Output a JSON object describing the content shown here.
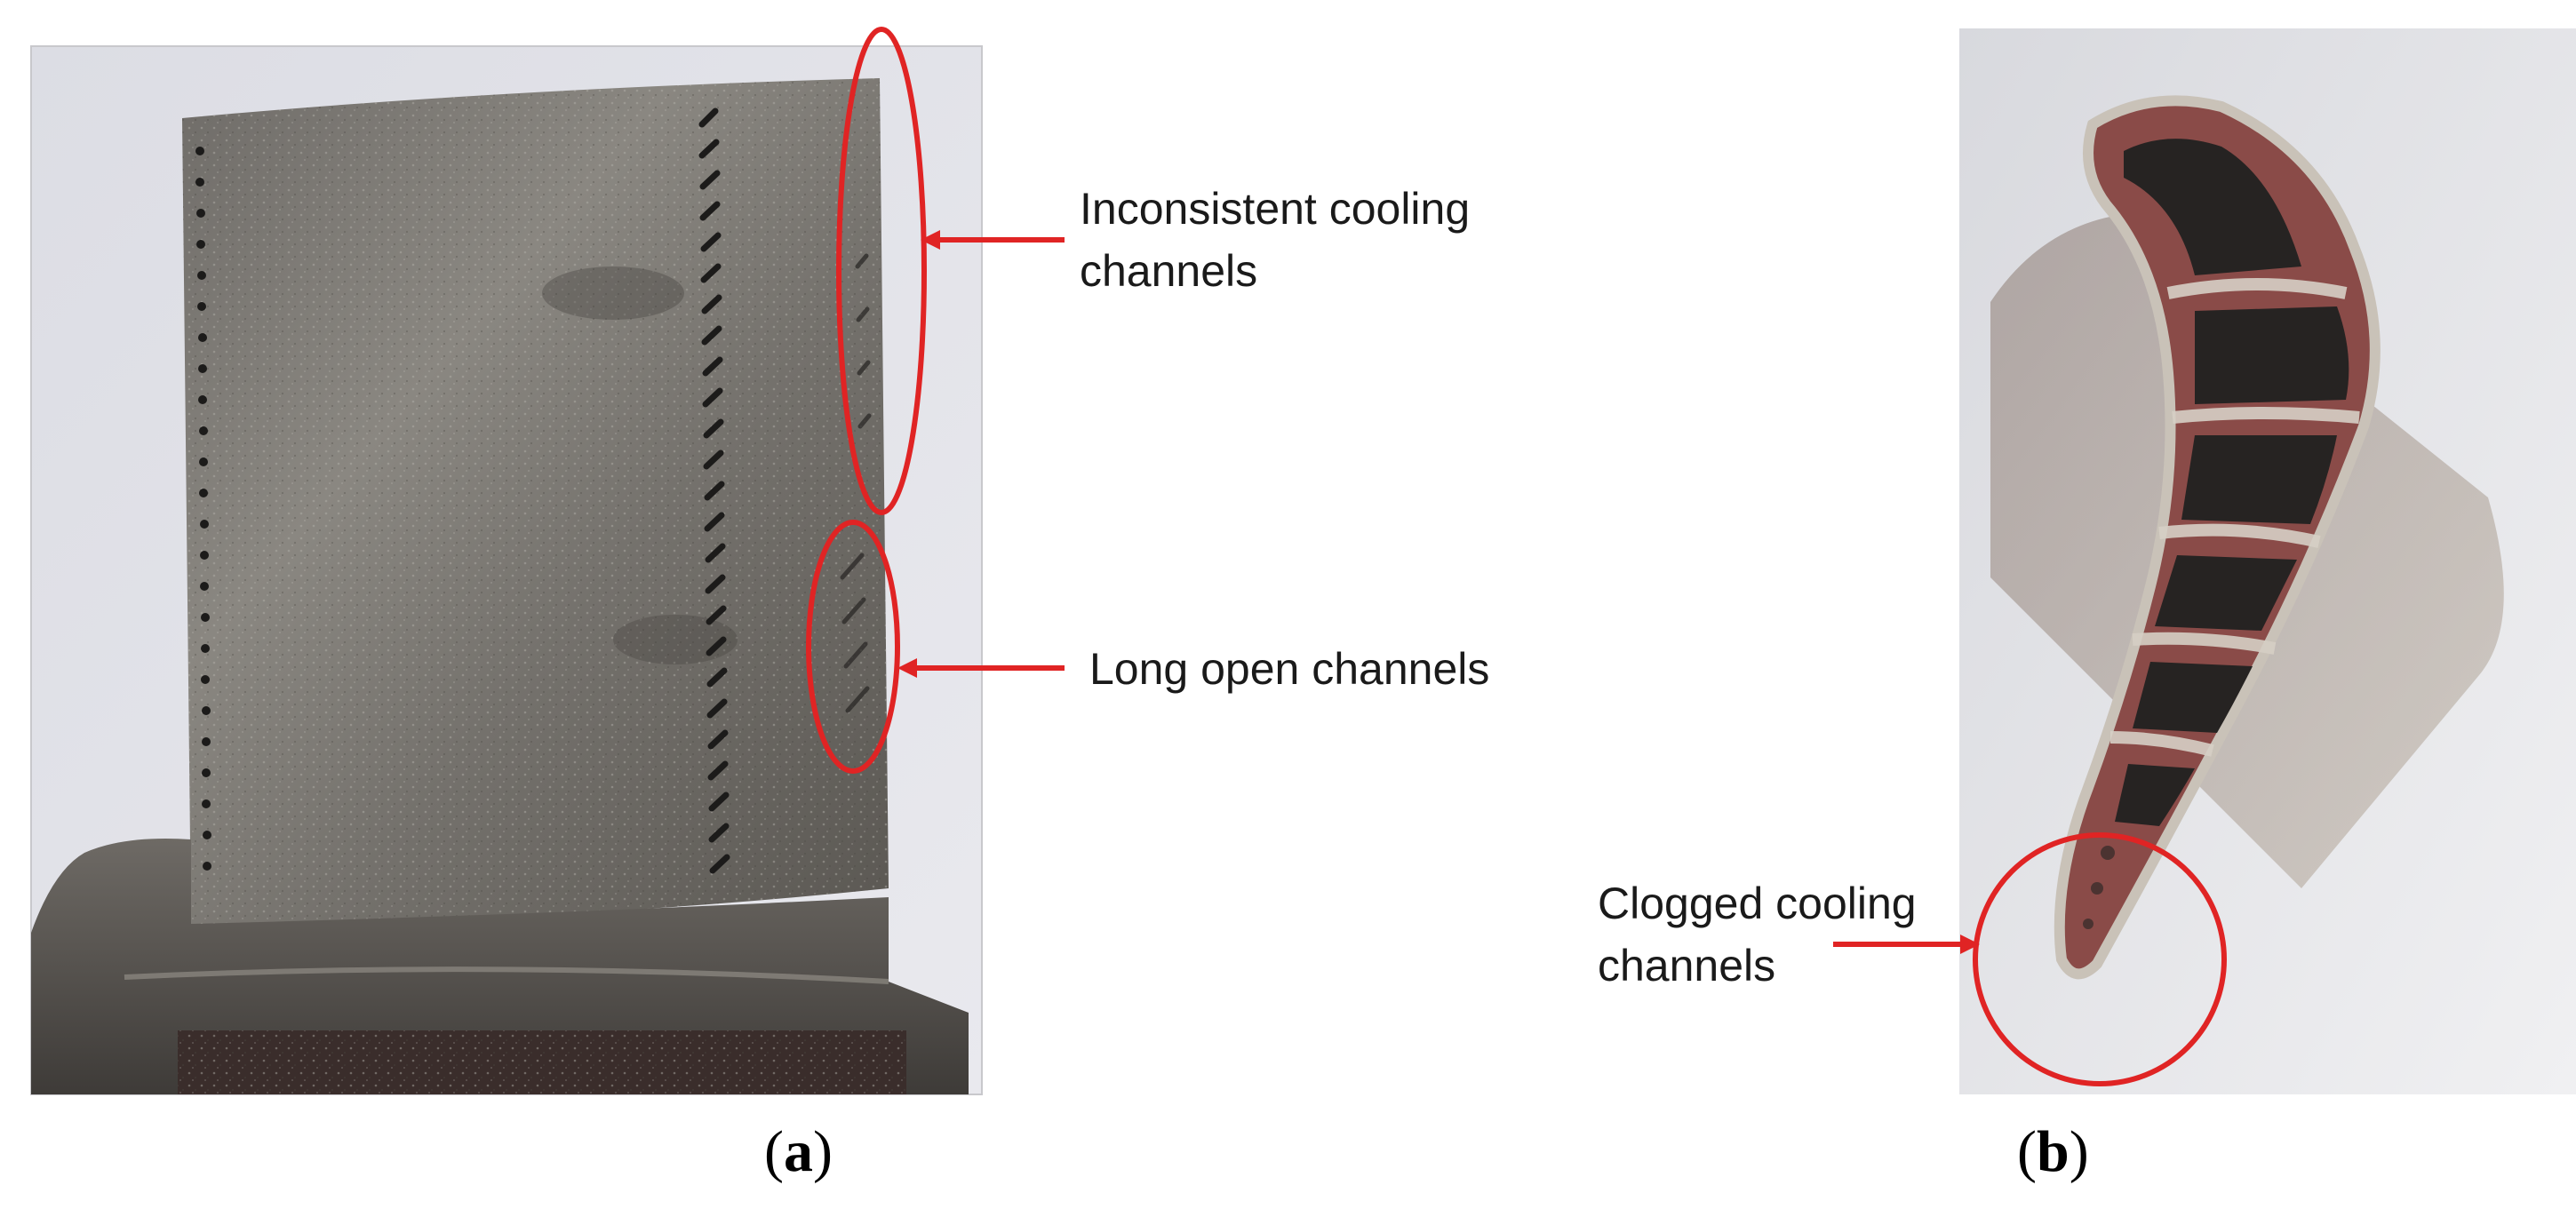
{
  "panels": [
    {
      "letter": "a",
      "annotations": [
        {
          "line1": "Inconsistent cooling",
          "line2": "channels"
        },
        {
          "line1": "Long open channels",
          "line2": ""
        }
      ]
    },
    {
      "letter": "b",
      "annotations": [
        {
          "line1": "Clogged cooling",
          "line2": "channels"
        }
      ]
    }
  ],
  "colors": {
    "annotation": "#e02424",
    "background": "#ffffff",
    "metal": "#6b6660",
    "oxide": "#8a4b48"
  }
}
